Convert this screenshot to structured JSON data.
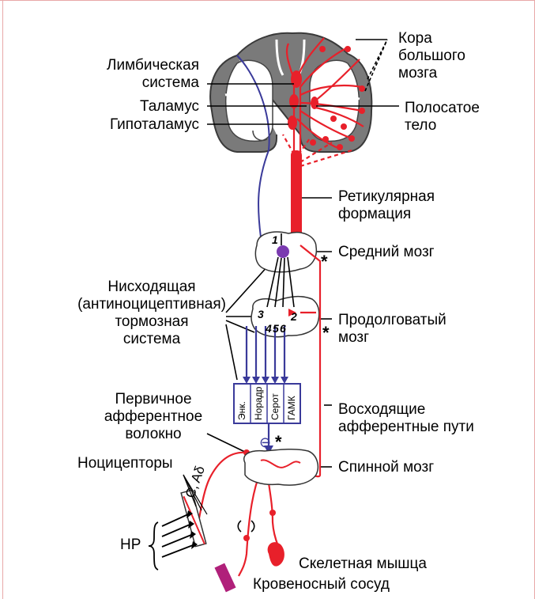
{
  "labels": {
    "cortex": [
      "Кора",
      "большого",
      "мозга"
    ],
    "limbic": [
      "Лимбическая",
      "система"
    ],
    "thalamus": "Таламус",
    "hypothalamus": "Гипоталамус",
    "striatum": [
      "Полосатое",
      "тело"
    ],
    "reticular": [
      "Ретикулярная",
      "формация"
    ],
    "midbrain": "Средний мозг",
    "descending": [
      "Нисходящая",
      "(антиноцицептивная)",
      "тормозная",
      "система"
    ],
    "medulla": [
      "Продолговатый",
      "мозг"
    ],
    "primary_afferent": [
      "Первичное",
      "афферентное",
      "волокно"
    ],
    "ascending": [
      "Восходящие",
      "афферентные пути"
    ],
    "nociceptors": "Ноцицепторы",
    "spinal": "Спинной мозг",
    "hp": "НР",
    "fibers": "C, Aδ",
    "skeletal": "Скелетная мышца",
    "vessel": "Кровеносный сосуд",
    "star": "*",
    "minus": "⊖",
    "nuclei_numbers": [
      "1",
      "2",
      "3",
      "4",
      "5",
      "6"
    ],
    "mediators": [
      "Энк.",
      "Норадр",
      "Серот",
      "ГАМК"
    ]
  },
  "colors": {
    "red": "#e8202a",
    "blue": "#3a3a9a",
    "gray": "#8a8a8a",
    "dark": "#1a1a1a"
  }
}
